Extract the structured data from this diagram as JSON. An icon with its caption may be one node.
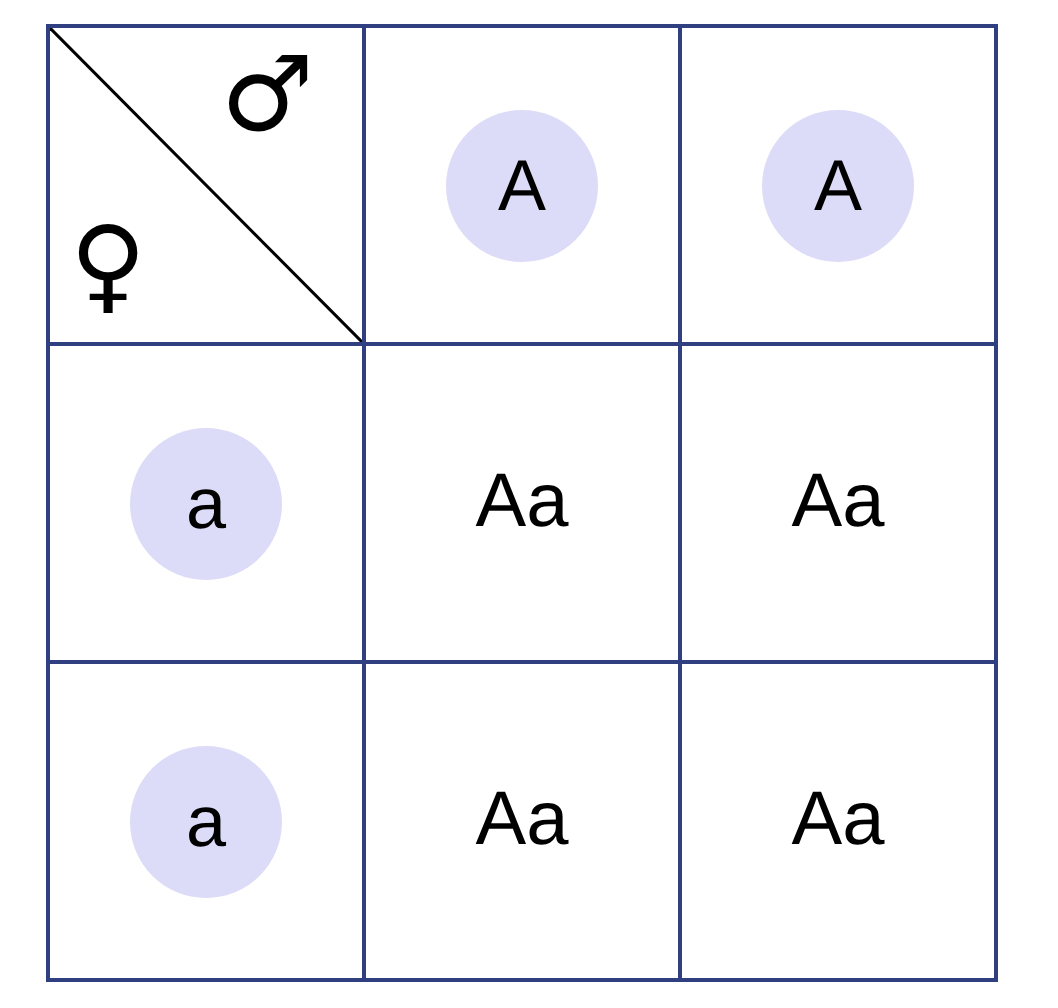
{
  "diagram": {
    "nodes": [
      {
        "text": [
          "A"
        ]
      },
      {
        "text": [
          "A"
        ]
      },
      {
        "text": [
          "a"
        ]
      },
      {
        "text": [
          "a"
        ]
      }
    ],
    "labels": [
      "♂",
      "♀",
      "Aa",
      "Aa",
      "Aa",
      "Aa"
    ]
  }
}
